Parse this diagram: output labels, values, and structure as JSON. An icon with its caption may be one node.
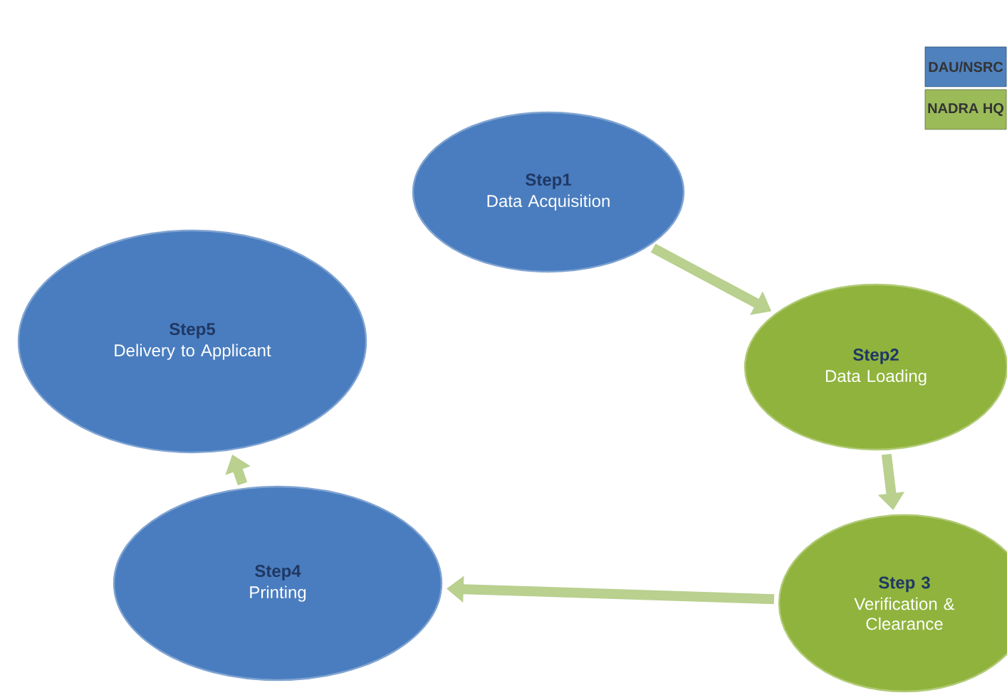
{
  "diagram": {
    "nodes": [
      {
        "text": [
          "Step1",
          "Data Acquisition"
        ]
      },
      {
        "text": [
          "Step2",
          "Data Loading"
        ]
      },
      {
        "text": [
          "Step 3",
          "Verification & Clearance"
        ]
      },
      {
        "text": [
          "Step4",
          "Printing"
        ]
      },
      {
        "text": [
          "Step5",
          "Delivery to Applicant"
        ]
      }
    ],
    "edges": [
      {
        "from": 0,
        "to": 1,
        "arrow": "to"
      },
      {
        "from": 1,
        "to": 2,
        "arrow": "to"
      },
      {
        "from": 2,
        "to": 3,
        "arrow": "to"
      },
      {
        "from": 3,
        "to": 4,
        "arrow": "to"
      }
    ],
    "legend": [
      {
        "text": "DAU/NSRC",
        "color": "#4f81bd"
      },
      {
        "text": "NADRA HQ",
        "color": "#9bbb59"
      }
    ]
  }
}
